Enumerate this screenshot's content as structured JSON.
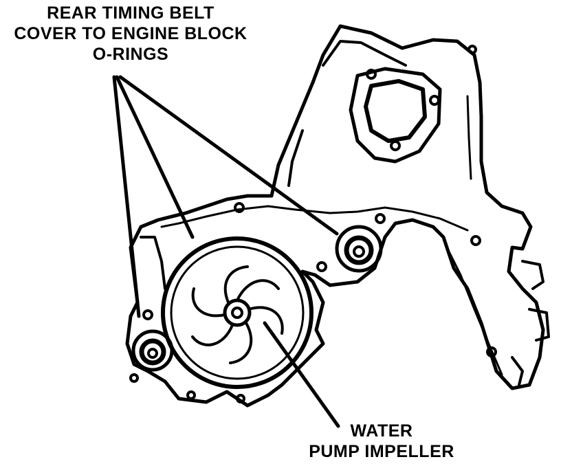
{
  "labels": {
    "orings": {
      "line1": "REAR TIMING BELT",
      "line2": "COVER TO ENGINE BLOCK",
      "line3": "O-RINGS"
    },
    "impeller": {
      "line1": "WATER",
      "line2": "PUMP IMPELLER"
    }
  },
  "colors": {
    "ink": "#000000",
    "paper": "#ffffff"
  }
}
